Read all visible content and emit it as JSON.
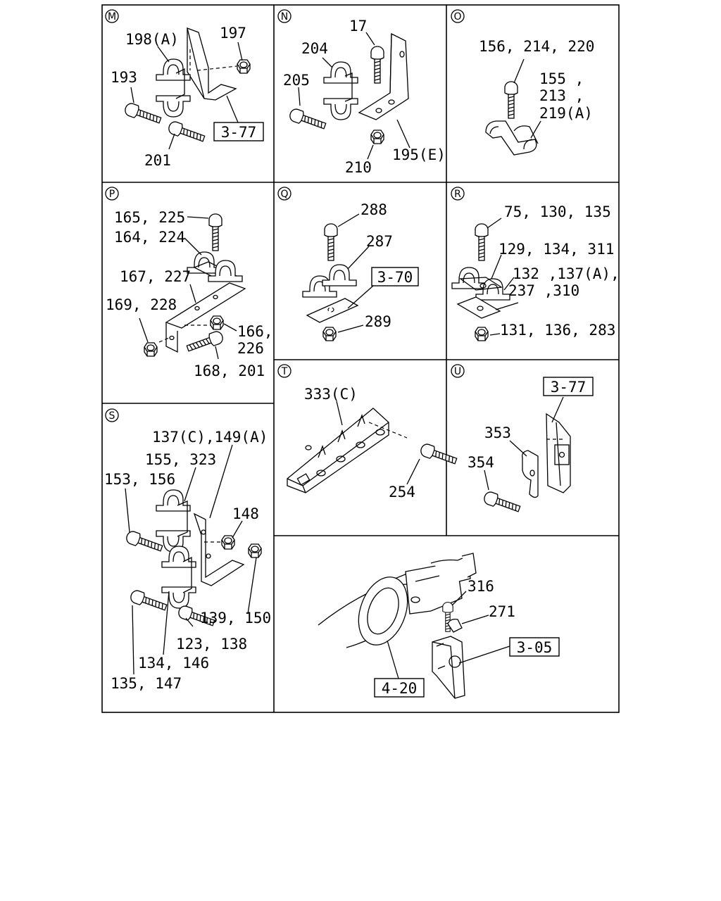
{
  "panels": {
    "M": {
      "tag": "M",
      "labels": {
        "p198": "198(A)",
        "p197": "197",
        "p193": "193",
        "p201": "201"
      },
      "ref": "3-77"
    },
    "N": {
      "tag": "N",
      "labels": {
        "p17": "17",
        "p204": "204",
        "p205": "205",
        "p195": "195(E)",
        "p210": "210"
      }
    },
    "O": {
      "tag": "O",
      "labels": {
        "p156": "156, 214, 220",
        "p155a": "155 ,",
        "p155b": "213 ,",
        "p155c": "219(A)"
      }
    },
    "P": {
      "tag": "P",
      "labels": {
        "p165": "165, 225",
        "p164": "164, 224",
        "p167": "167, 227",
        "p169": "169, 228",
        "p166a": "166,",
        "p166b": "226",
        "p168": "168, 201"
      }
    },
    "Q": {
      "tag": "Q",
      "labels": {
        "p288": "288",
        "p287": "287",
        "p289": "289"
      },
      "ref": "3-70"
    },
    "R": {
      "tag": "R",
      "labels": {
        "p75": "75, 130, 135",
        "p129": "129, 134, 311",
        "p132a": "132 ,137(A),",
        "p132b": "237 ,310",
        "p131": "131, 136, 283"
      }
    },
    "S": {
      "tag": "S",
      "labels": {
        "p137": "137(C),149(A)",
        "p155": "155, 323",
        "p153": "153, 156",
        "p148": "148",
        "p139": "139, 150",
        "p123": "123, 138",
        "p134": "134, 146",
        "p135": "135, 147"
      }
    },
    "T": {
      "tag": "T",
      "labels": {
        "p333": "333(C)",
        "p254": "254"
      }
    },
    "U": {
      "tag": "U",
      "labels": {
        "p353": "353",
        "p354": "354"
      },
      "ref": "3-77"
    },
    "V": {
      "labels": {
        "p316": "316",
        "p271": "271"
      },
      "ref1": "3-05",
      "ref2": "4-20"
    }
  }
}
